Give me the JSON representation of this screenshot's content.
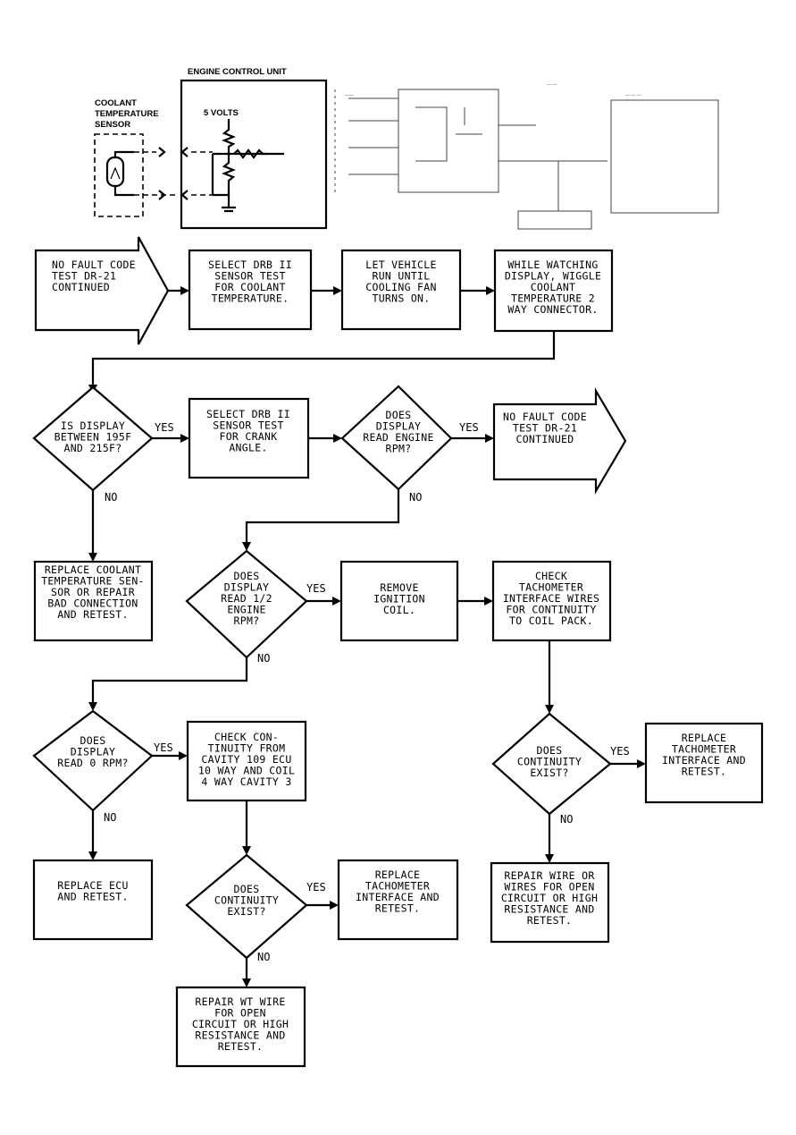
{
  "schematic": {
    "ecu_title": "ENGINE CONTROL UNIT",
    "sensor_title": [
      "COOLANT",
      "TEMPERATURE",
      "SENSOR"
    ],
    "volts_label": "5 VOLTS"
  },
  "nodes": {
    "start": [
      "NO FAULT CODE",
      "TEST DR-21",
      "CONTINUED"
    ],
    "select_cool": [
      "SELECT DRB II",
      "SENSOR TEST",
      "FOR COOLANT",
      "TEMPERATURE."
    ],
    "let_run": [
      "LET VEHICLE",
      "RUN UNTIL",
      "COOLING FAN",
      "TURNS ON."
    ],
    "wiggle": [
      "WHILE WATCHING",
      "DISPLAY, WIGGLE",
      "COOLANT",
      "TEMPERATURE 2",
      "WAY CONNECTOR."
    ],
    "dec_display": [
      "IS DISPLAY",
      "BETWEEN 195F",
      "AND 215F?"
    ],
    "select_crank": [
      "SELECT DRB II",
      "SENSOR TEST",
      "FOR CRANK",
      "ANGLE."
    ],
    "dec_rpm": [
      "DOES",
      "DISPLAY",
      "READ ENGINE",
      "RPM?"
    ],
    "cont_end": [
      "NO FAULT CODE",
      "TEST DR-21",
      "CONTINUED"
    ],
    "replace_sensor": [
      "REPLACE COOLANT",
      "TEMPERATURE SEN-",
      "SOR OR REPAIR",
      "BAD CONNECTION",
      "AND RETEST."
    ],
    "dec_half": [
      "DOES",
      "DISPLAY",
      "READ 1/2",
      "ENGINE",
      "RPM?"
    ],
    "remove_coil": [
      "REMOVE",
      "IGNITION",
      "COIL."
    ],
    "check_tach": [
      "CHECK",
      "TACHOMETER",
      "INTERFACE WIRES",
      "FOR CONTINUITY",
      "TO COIL PACK."
    ],
    "dec_zero": [
      "DOES",
      "DISPLAY",
      "READ 0 RPM?"
    ],
    "check_cont": [
      "CHECK CON-",
      "TINUITY FROM",
      "CAVITY 109 ECU",
      "10 WAY AND COIL",
      "4 WAY CAVITY 3"
    ],
    "dec_cont_r": [
      "DOES",
      "CONTINUITY",
      "EXIST?"
    ],
    "replace_tach_r": [
      "REPLACE",
      "TACHOMETER",
      "INTERFACE AND",
      "RETEST."
    ],
    "replace_ecu": [
      "REPLACE ECU",
      "AND RETEST."
    ],
    "dec_cont_m": [
      "DOES",
      "CONTINUITY",
      "EXIST?"
    ],
    "replace_tach_m": [
      "REPLACE",
      "TACHOMETER",
      "INTERFACE AND",
      "RETEST."
    ],
    "repair_r": [
      "REPAIR WIRE OR",
      "WIRES FOR OPEN",
      "CIRCUIT OR HIGH",
      "RESISTANCE AND",
      "RETEST."
    ],
    "repair_wt": [
      "REPAIR WT WIRE",
      "FOR OPEN",
      "CIRCUIT OR HIGH",
      "RESISTANCE AND",
      "RETEST."
    ]
  },
  "edge_labels": {
    "yes": "YES",
    "no": "NO"
  }
}
